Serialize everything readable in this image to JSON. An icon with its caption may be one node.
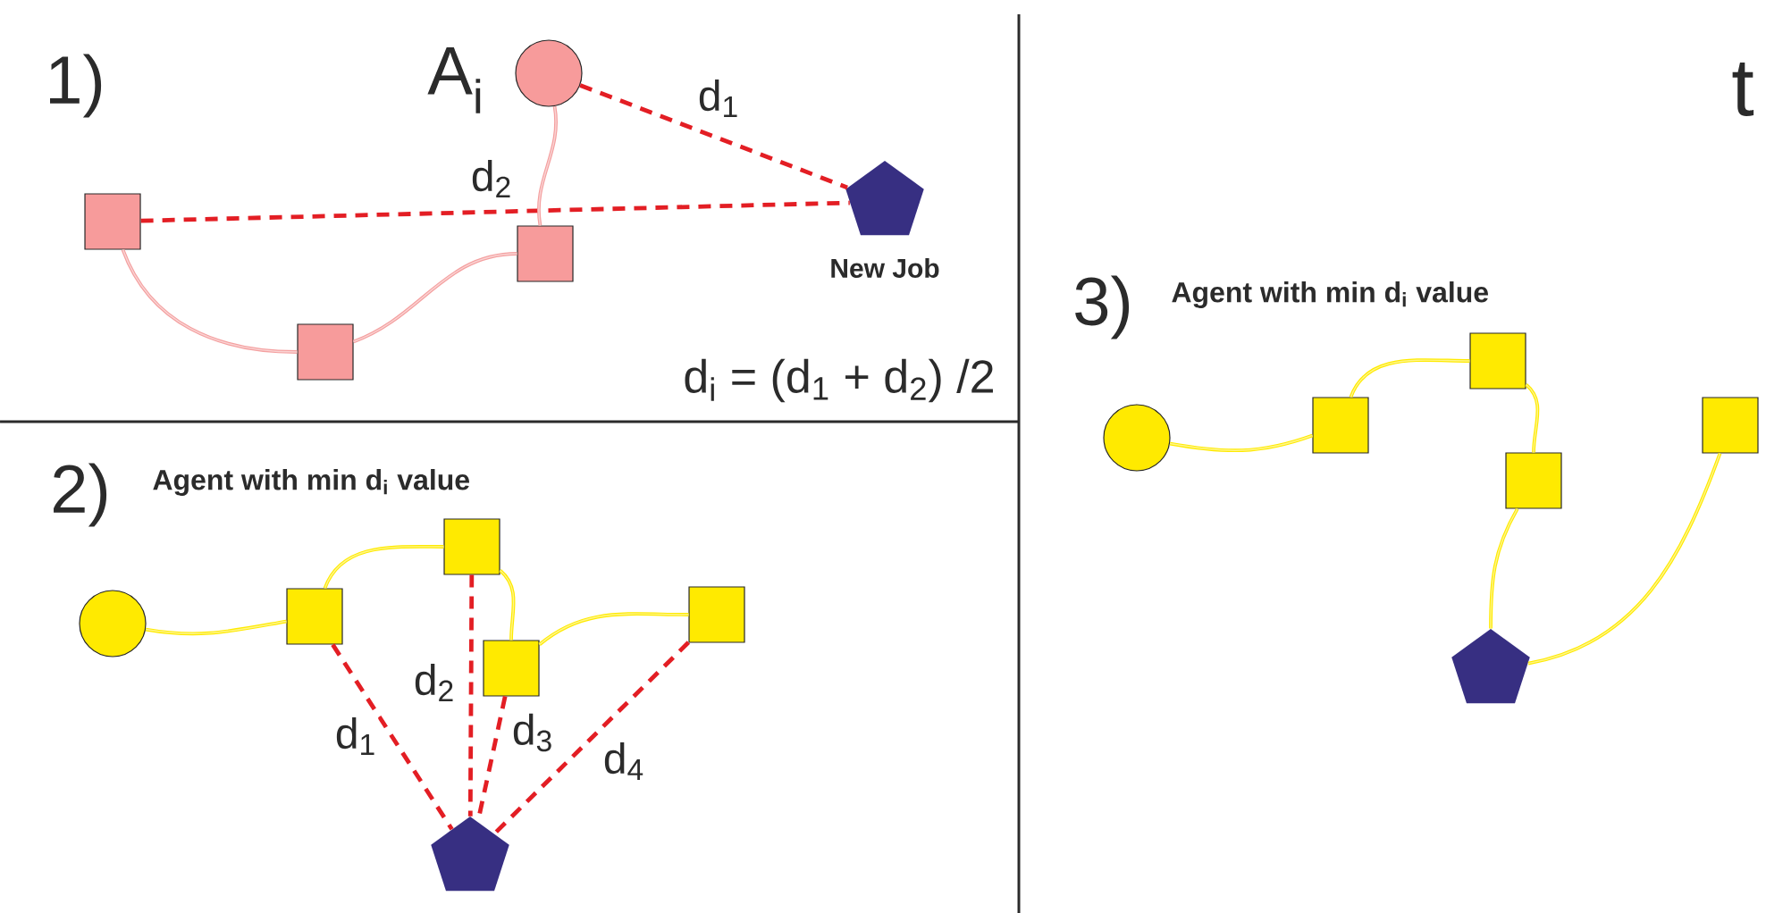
{
  "diagram": {
    "nodes": [
      {
        "text": [],
        "shape": "circle",
        "beside": [
          "A$_{i}$"
        ]
      },
      {
        "text": [],
        "shape": "box"
      },
      {
        "text": [],
        "shape": "box"
      },
      {
        "text": [],
        "shape": "box"
      },
      {
        "text": [],
        "shape": "pentagon",
        "beside": [
          "New Job"
        ]
      },
      {
        "text": [],
        "shape": "circle"
      },
      {
        "text": [],
        "shape": "box"
      },
      {
        "text": [],
        "shape": "box"
      },
      {
        "text": [],
        "shape": "box"
      },
      {
        "text": [],
        "shape": "box"
      },
      {
        "text": [],
        "shape": "pentagon"
      },
      {
        "text": [],
        "shape": "circle"
      },
      {
        "text": [],
        "shape": "box"
      },
      {
        "text": [],
        "shape": "box"
      },
      {
        "text": [],
        "shape": "box"
      },
      {
        "text": [],
        "shape": "pentagon"
      },
      {
        "text": [],
        "shape": "box"
      }
    ],
    "edges": [
      {
        "from": 0,
        "to": 4,
        "arrow": "none",
        "label": "d$_{1}$",
        "style": "dashed",
        "color": "#e31e24"
      },
      {
        "from": 1,
        "to": 4,
        "arrow": "none",
        "label": "d$_{2}$",
        "style": "dashed",
        "color": "#e31e24"
      },
      {
        "from": 0,
        "to": 3,
        "arrow": "none",
        "color": "#f4a0a0"
      },
      {
        "from": 3,
        "to": 2,
        "arrow": "none",
        "color": "#f4a0a0"
      },
      {
        "from": 2,
        "to": 1,
        "arrow": "none",
        "color": "#f4a0a0"
      },
      {
        "from": 5,
        "to": 6,
        "arrow": "none"
      },
      {
        "from": 6,
        "to": 7,
        "arrow": "none"
      },
      {
        "from": 7,
        "to": 8,
        "arrow": "none"
      },
      {
        "from": 8,
        "to": 9,
        "arrow": "none"
      },
      {
        "from": 6,
        "to": 10,
        "arrow": "none",
        "label": "d$_{1}$",
        "style": "dashed",
        "color": "#e31e24"
      },
      {
        "from": 7,
        "to": 10,
        "arrow": "none",
        "label": "d$_{2}$",
        "style": "dashed",
        "color": "#e31e24"
      },
      {
        "from": 8,
        "to": 10,
        "arrow": "none",
        "label": "d$_{3}$",
        "style": "dashed",
        "color": "#e31e24"
      },
      {
        "from": 9,
        "to": 10,
        "arrow": "none",
        "label": "d$_{4}$",
        "style": "dashed",
        "color": "#e31e24"
      },
      {
        "from": 11,
        "to": 12,
        "arrow": "none"
      },
      {
        "from": 12,
        "to": 13,
        "arrow": "none"
      },
      {
        "from": 13,
        "to": 14,
        "arrow": "none"
      },
      {
        "from": 14,
        "to": 15,
        "arrow": "none"
      },
      {
        "from": 15,
        "to": 16,
        "arrow": "none"
      }
    ],
    "labels": [
      "1)",
      "d$_{i}$ = (d$_{1}$ + d$_{2}$) /2",
      "2)",
      "Agent with min d$_{i}$ value",
      "3)",
      "Agent with min d$_{i}$ value",
      "t"
    ]
  }
}
